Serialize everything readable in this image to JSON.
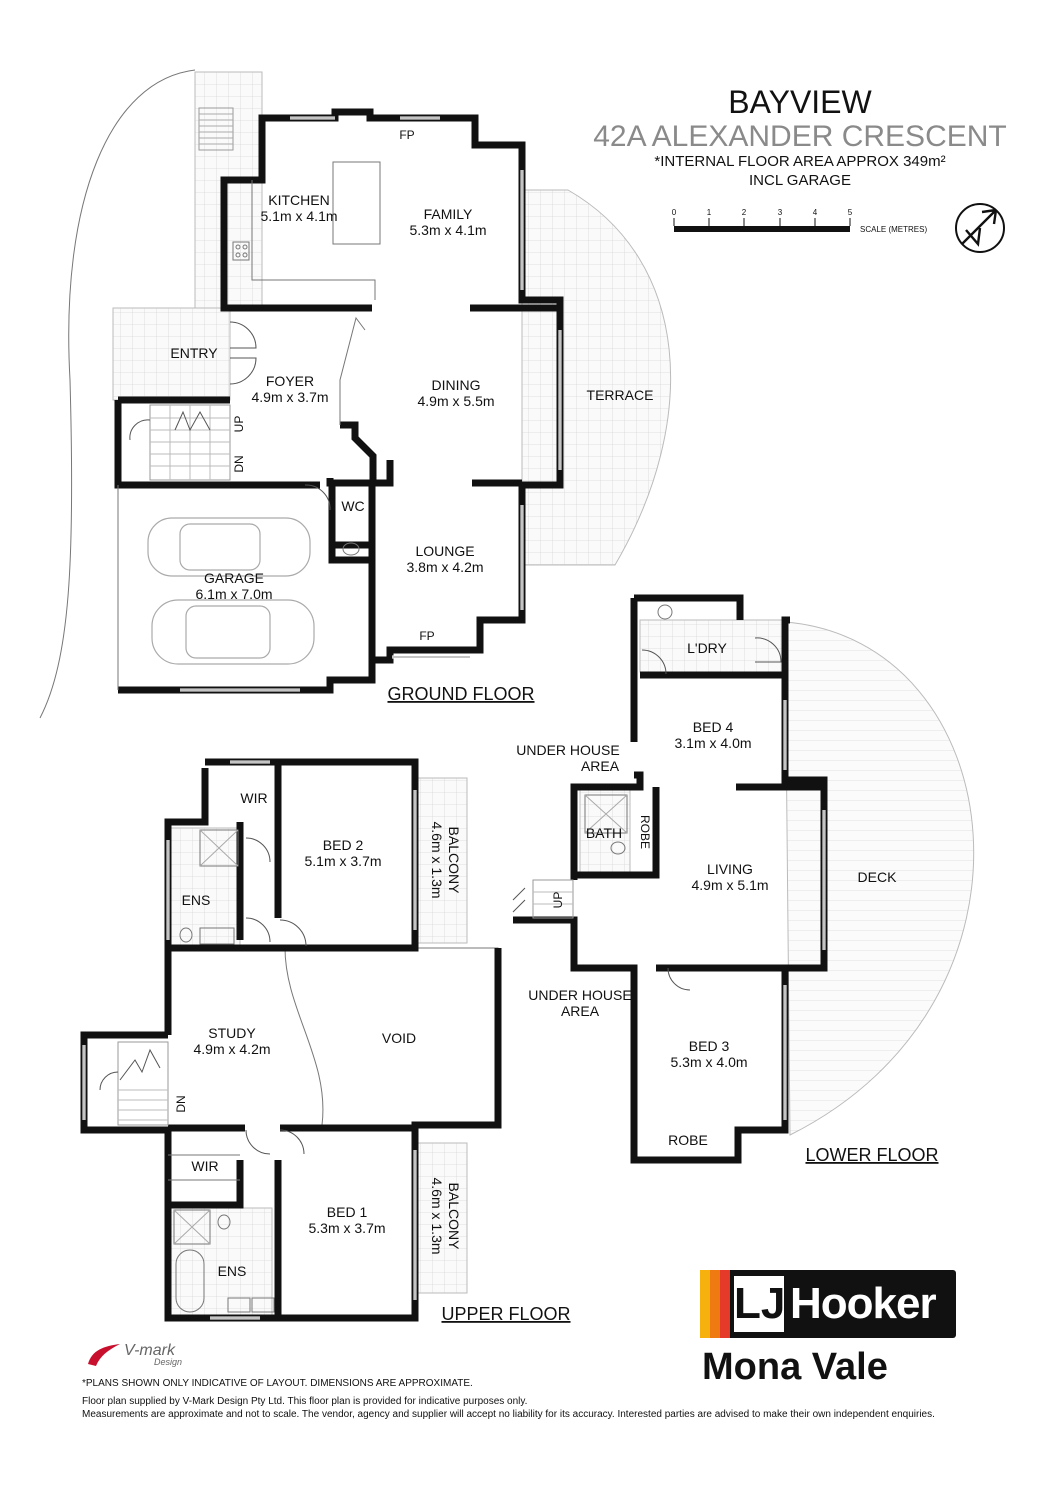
{
  "header": {
    "title": "BAYVIEW",
    "address": "42A ALEXANDER CRESCENT",
    "area_line1": "*INTERNAL FLOOR AREA APPROX 349m²",
    "area_line2": "INCL GARAGE",
    "scale_ticks": [
      "0",
      "1",
      "2",
      "3",
      "4",
      "5"
    ],
    "scale_label": "SCALE (METRES)",
    "compass_icon": "north-arrow-icon"
  },
  "ground_floor": {
    "title": "GROUND FLOOR",
    "kitchen": {
      "name": "KITCHEN",
      "size": "5.1m x 4.1m"
    },
    "family": {
      "name": "FAMILY",
      "size": "5.3m x 4.1m"
    },
    "fp_top": "FP",
    "entry": "ENTRY",
    "foyer": {
      "name": "FOYER",
      "size": "4.9m x 3.7m"
    },
    "dining": {
      "name": "DINING",
      "size": "4.9m x 5.5m"
    },
    "terrace": "TERRACE",
    "up": "UP",
    "dn": "DN",
    "wc": "WC",
    "garage": {
      "name": "GARAGE",
      "size": "6.1m x 7.0m"
    },
    "lounge": {
      "name": "LOUNGE",
      "size": "3.8m x 4.2m"
    },
    "fp_bottom": "FP"
  },
  "lower_floor": {
    "title": "LOWER FLOOR",
    "laundry": "L'DRY",
    "bed4": {
      "name": "BED 4",
      "size": "3.1m x 4.0m"
    },
    "under_house_1": [
      "UNDER HOUSE",
      "AREA"
    ],
    "bath": "BATH",
    "robe_side": "ROBE",
    "living": {
      "name": "LIVING",
      "size": "4.9m x 5.1m"
    },
    "deck": "DECK",
    "up": "UP",
    "under_house_2": [
      "UNDER HOUSE",
      "AREA"
    ],
    "bed3": {
      "name": "BED 3",
      "size": "5.3m x 4.0m"
    },
    "robe_bottom": "ROBE"
  },
  "upper_floor": {
    "title": "UPPER FLOOR",
    "wir_top": "WIR",
    "bed2": {
      "name": "BED 2",
      "size": "5.1m x 3.7m"
    },
    "balcony_top": [
      "BALCONY",
      "4.6m x 1.3m"
    ],
    "ens_top": "ENS",
    "study": {
      "name": "STUDY",
      "size": "4.9m x 4.2m"
    },
    "void": "VOID",
    "dn": "DN",
    "wir_bottom": "WIR",
    "bed1": {
      "name": "BED 1",
      "size": "5.3m x 3.7m"
    },
    "balcony_bottom": [
      "BALCONY",
      "4.6m x 1.3m"
    ],
    "ens_bottom": "ENS"
  },
  "branding": {
    "designer_logo": "V-mark",
    "designer_sub": "Design",
    "agency_lj": "LJ",
    "agency_name": "Hooker",
    "office": "Mona Vale",
    "stripe_colors": [
      "#f6b10f",
      "#f07a12",
      "#e53a2a"
    ]
  },
  "notes": {
    "disclaimer_1": "*PLANS SHOWN ONLY INDICATIVE OF LAYOUT. DIMENSIONS ARE APPROXIMATE.",
    "disclaimer_2": "Floor plan supplied by V-Mark Design Pty Ltd. This  floor plan is provided for indicative purposes only.",
    "disclaimer_3": "Measurements are approximate and not to scale. The vendor, agency and supplier will accept no liability for its accuracy. Interested parties are advised to make their own independent enquiries."
  }
}
